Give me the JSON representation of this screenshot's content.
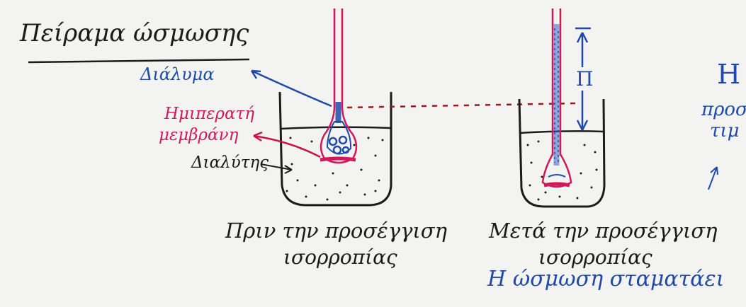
{
  "title": "Πείραμα ώσμωσης",
  "labels": {
    "solution": "Διάλυμα",
    "membrane_line1": "Ημιπερατή",
    "membrane_line2": "μεμβράνη",
    "solvent": "Διαλύτης",
    "pi": "Π",
    "before_line1": "Πριν την προσέγγιση",
    "before_line2": "ισορροπίας",
    "after_line1": "Μετά την προσέγγιση",
    "after_line2": "ισορροπίας",
    "after_line3": "Η ώσμωση σταματάει",
    "right_cut_line1": "Η",
    "right_cut_line2": "προσ",
    "right_cut_line3": "τιμ"
  },
  "colors": {
    "ink_black": "#1b1b1b",
    "ink_blue": "#1f4aa8",
    "ink_pink": "#d0195a",
    "ink_red_dashed": "#a01818"
  }
}
